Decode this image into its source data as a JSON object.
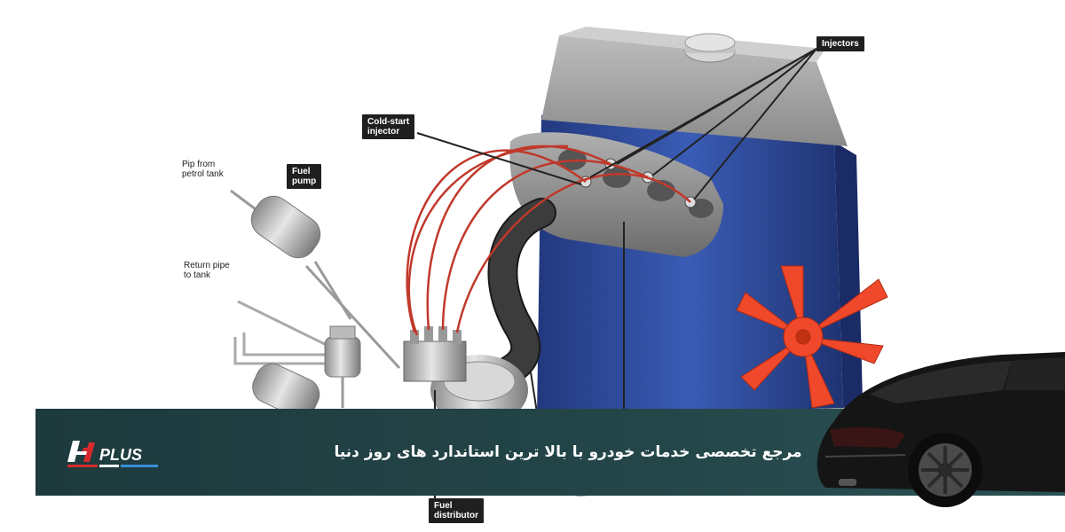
{
  "labels": {
    "pip_from_tank": "Pip from\npetrol tank",
    "return_pipe": "Return pipe\nto tank"
  },
  "callouts": {
    "fuel_pump": "Fuel\npump",
    "cold_start_injector": "Cold-start\ninjector",
    "injectors": "Injectors",
    "fuel_distributor": "Fuel\ndistributor"
  },
  "banner": {
    "text": "مرجع تخصصی خدمات خودرو با بالا ترین استاندارد های روز دنیا",
    "logo_text": "PLUS"
  },
  "colors": {
    "banner_bg": "#1e3a3d",
    "engine_blue": "#2f4f9e",
    "fan_red": "#f0482a",
    "fuel_line_red": "#c0392b",
    "logo_red": "#d62b2b",
    "logo_blue": "#3a8fd6"
  }
}
